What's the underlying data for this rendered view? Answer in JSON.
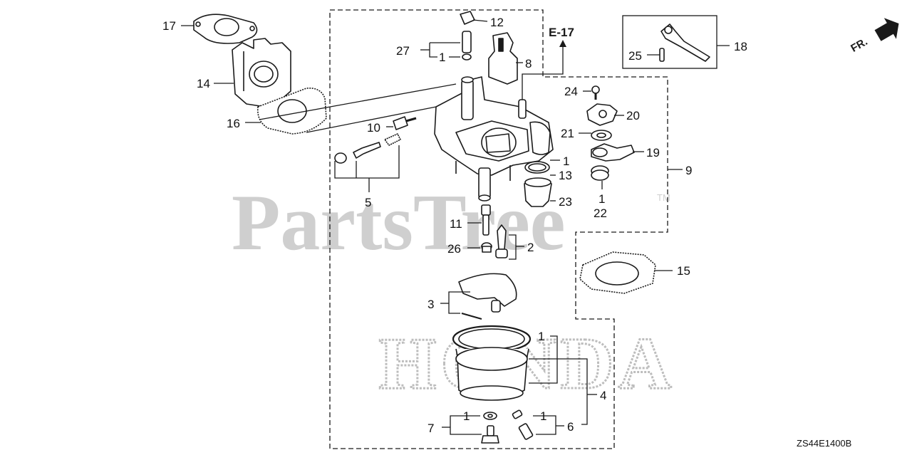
{
  "watermark": {
    "brand": "PartsTree",
    "tm": "TM",
    "maker": "HONDA"
  },
  "diagram_code": "ZS44E1400B",
  "reference": "E-17",
  "direction": "FR.",
  "colors": {
    "line": "#1a1a1a",
    "watermark": "#c8c8c8",
    "part_fill": "#ffffff"
  },
  "callouts": [
    {
      "id": "17",
      "text": "17"
    },
    {
      "id": "14",
      "text": "14"
    },
    {
      "id": "16",
      "text": "16"
    },
    {
      "id": "12",
      "text": "12"
    },
    {
      "id": "27",
      "text": "27"
    },
    {
      "id": "1a",
      "text": "1"
    },
    {
      "id": "8",
      "text": "8"
    },
    {
      "id": "10",
      "text": "10"
    },
    {
      "id": "5",
      "text": "5"
    },
    {
      "id": "24",
      "text": "24"
    },
    {
      "id": "20",
      "text": "20"
    },
    {
      "id": "21",
      "text": "21"
    },
    {
      "id": "19",
      "text": "19"
    },
    {
      "id": "1b",
      "text": "1"
    },
    {
      "id": "13",
      "text": "13"
    },
    {
      "id": "9",
      "text": "9"
    },
    {
      "id": "23",
      "text": "23"
    },
    {
      "id": "1c",
      "text": "1"
    },
    {
      "id": "22",
      "text": "22"
    },
    {
      "id": "18",
      "text": "18"
    },
    {
      "id": "25",
      "text": "25"
    },
    {
      "id": "11",
      "text": "11"
    },
    {
      "id": "26",
      "text": "26"
    },
    {
      "id": "2",
      "text": "2"
    },
    {
      "id": "15",
      "text": "15"
    },
    {
      "id": "3",
      "text": "3"
    },
    {
      "id": "1d",
      "text": "1"
    },
    {
      "id": "4",
      "text": "4"
    },
    {
      "id": "7",
      "text": "7"
    },
    {
      "id": "1e",
      "text": "1"
    },
    {
      "id": "1f",
      "text": "1"
    },
    {
      "id": "6",
      "text": "6"
    }
  ]
}
